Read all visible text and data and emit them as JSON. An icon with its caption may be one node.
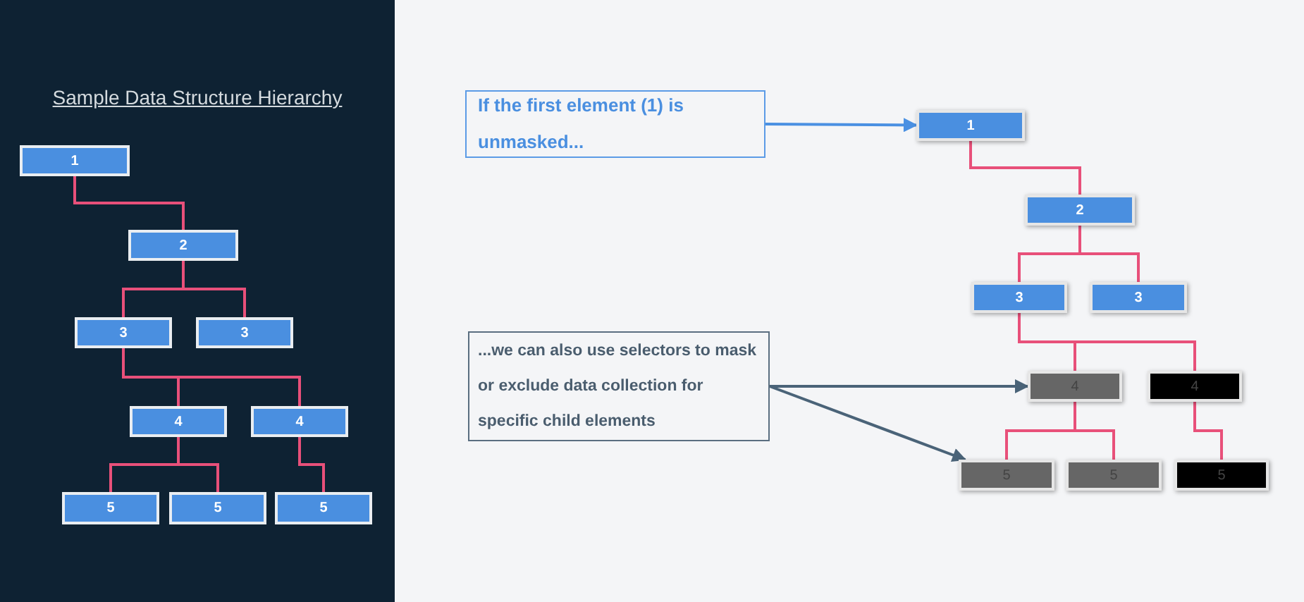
{
  "diagram": {
    "title": "Sample Data Structure Hierarchy",
    "nodes": [
      {
        "text": [
          "1"
        ]
      },
      {
        "text": [
          "2"
        ]
      },
      {
        "text": [
          "3"
        ]
      },
      {
        "text": [
          "3"
        ]
      },
      {
        "text": [
          "4"
        ]
      },
      {
        "text": [
          "4"
        ]
      },
      {
        "text": [
          "5"
        ]
      },
      {
        "text": [
          "5"
        ]
      },
      {
        "text": [
          "5"
        ]
      },
      {
        "text": [
          "If the first element (1) is unmasked..."
        ]
      },
      {
        "text": [
          "1"
        ]
      },
      {
        "text": [
          "2"
        ]
      },
      {
        "text": [
          "3"
        ]
      },
      {
        "text": [
          "3"
        ]
      },
      {
        "text": [
          "...we can also use selectors to mask or exclude data collection for specific child elements"
        ]
      },
      {
        "text": [
          "4"
        ]
      },
      {
        "text": [
          "4"
        ]
      },
      {
        "text": [
          "5"
        ]
      },
      {
        "text": [
          "5"
        ]
      },
      {
        "text": [
          "5"
        ]
      }
    ],
    "edges": [
      {
        "from": 0,
        "to": 1,
        "arrow": "none"
      },
      {
        "from": 1,
        "to": 2,
        "arrow": "none"
      },
      {
        "from": 1,
        "to": 3,
        "arrow": "none"
      },
      {
        "from": 2,
        "to": 4,
        "arrow": "none"
      },
      {
        "from": 2,
        "to": 5,
        "arrow": "none"
      },
      {
        "from": 4,
        "to": 6,
        "arrow": "none"
      },
      {
        "from": 4,
        "to": 7,
        "arrow": "none"
      },
      {
        "from": 5,
        "to": 8,
        "arrow": "none"
      },
      {
        "from": 9,
        "to": 10,
        "arrow": "to",
        "color": "#4a90e2"
      },
      {
        "from": 10,
        "to": 11,
        "arrow": "none"
      },
      {
        "from": 11,
        "to": 12,
        "arrow": "none"
      },
      {
        "from": 11,
        "to": 13,
        "arrow": "none"
      },
      {
        "from": 12,
        "to": 15,
        "arrow": "none"
      },
      {
        "from": 12,
        "to": 16,
        "arrow": "none"
      },
      {
        "from": 14,
        "to": 15,
        "arrow": "to",
        "color": "#4a6378"
      },
      {
        "from": 14,
        "to": 17,
        "arrow": "to",
        "color": "#4a6378"
      },
      {
        "from": 15,
        "to": 17,
        "arrow": "none"
      },
      {
        "from": 15,
        "to": 18,
        "arrow": "none"
      },
      {
        "from": 16,
        "to": 19,
        "arrow": "none"
      }
    ]
  }
}
